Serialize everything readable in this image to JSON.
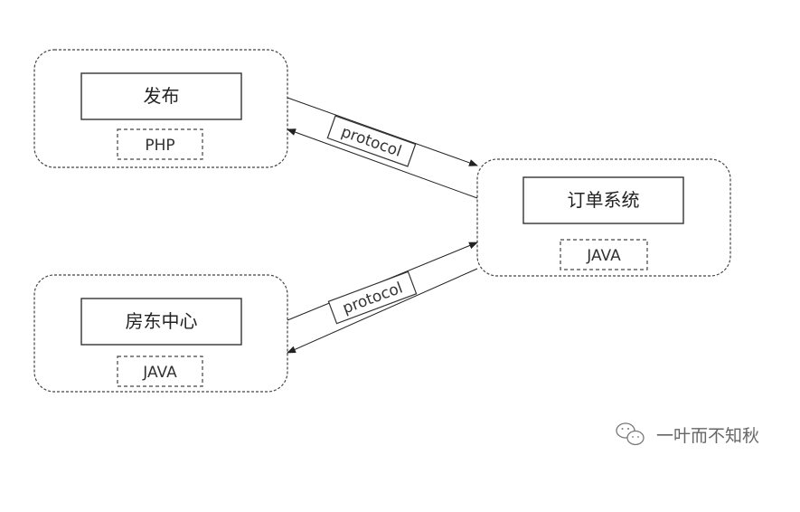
{
  "nodes": {
    "publish": {
      "title": "发布",
      "lang": "PHP"
    },
    "landlord": {
      "title": "房东中心",
      "lang": "JAVA"
    },
    "order": {
      "title": "订单系统",
      "lang": "JAVA"
    }
  },
  "edges": {
    "publish_order": {
      "label": "protocol"
    },
    "landlord_order": {
      "label": "protocol"
    }
  },
  "watermark": {
    "text": "一叶而不知秋",
    "icon": "wechat-icon"
  }
}
